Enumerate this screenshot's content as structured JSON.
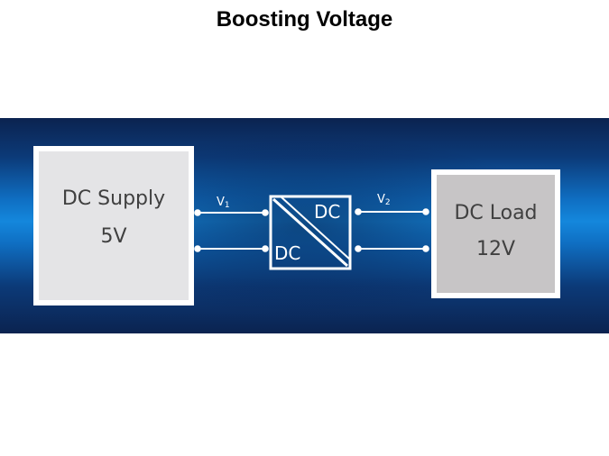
{
  "title": "Boosting Voltage",
  "supply": {
    "line1": "DC Supply",
    "line2": "5V"
  },
  "load": {
    "line1": "DC Load",
    "line2": "12V"
  },
  "converter": {
    "top_label": "DC",
    "bottom_label": "DC"
  },
  "input_voltage": {
    "symbol": "V",
    "subscript": "1"
  },
  "output_voltage": {
    "symbol": "V",
    "subscript": "2"
  }
}
